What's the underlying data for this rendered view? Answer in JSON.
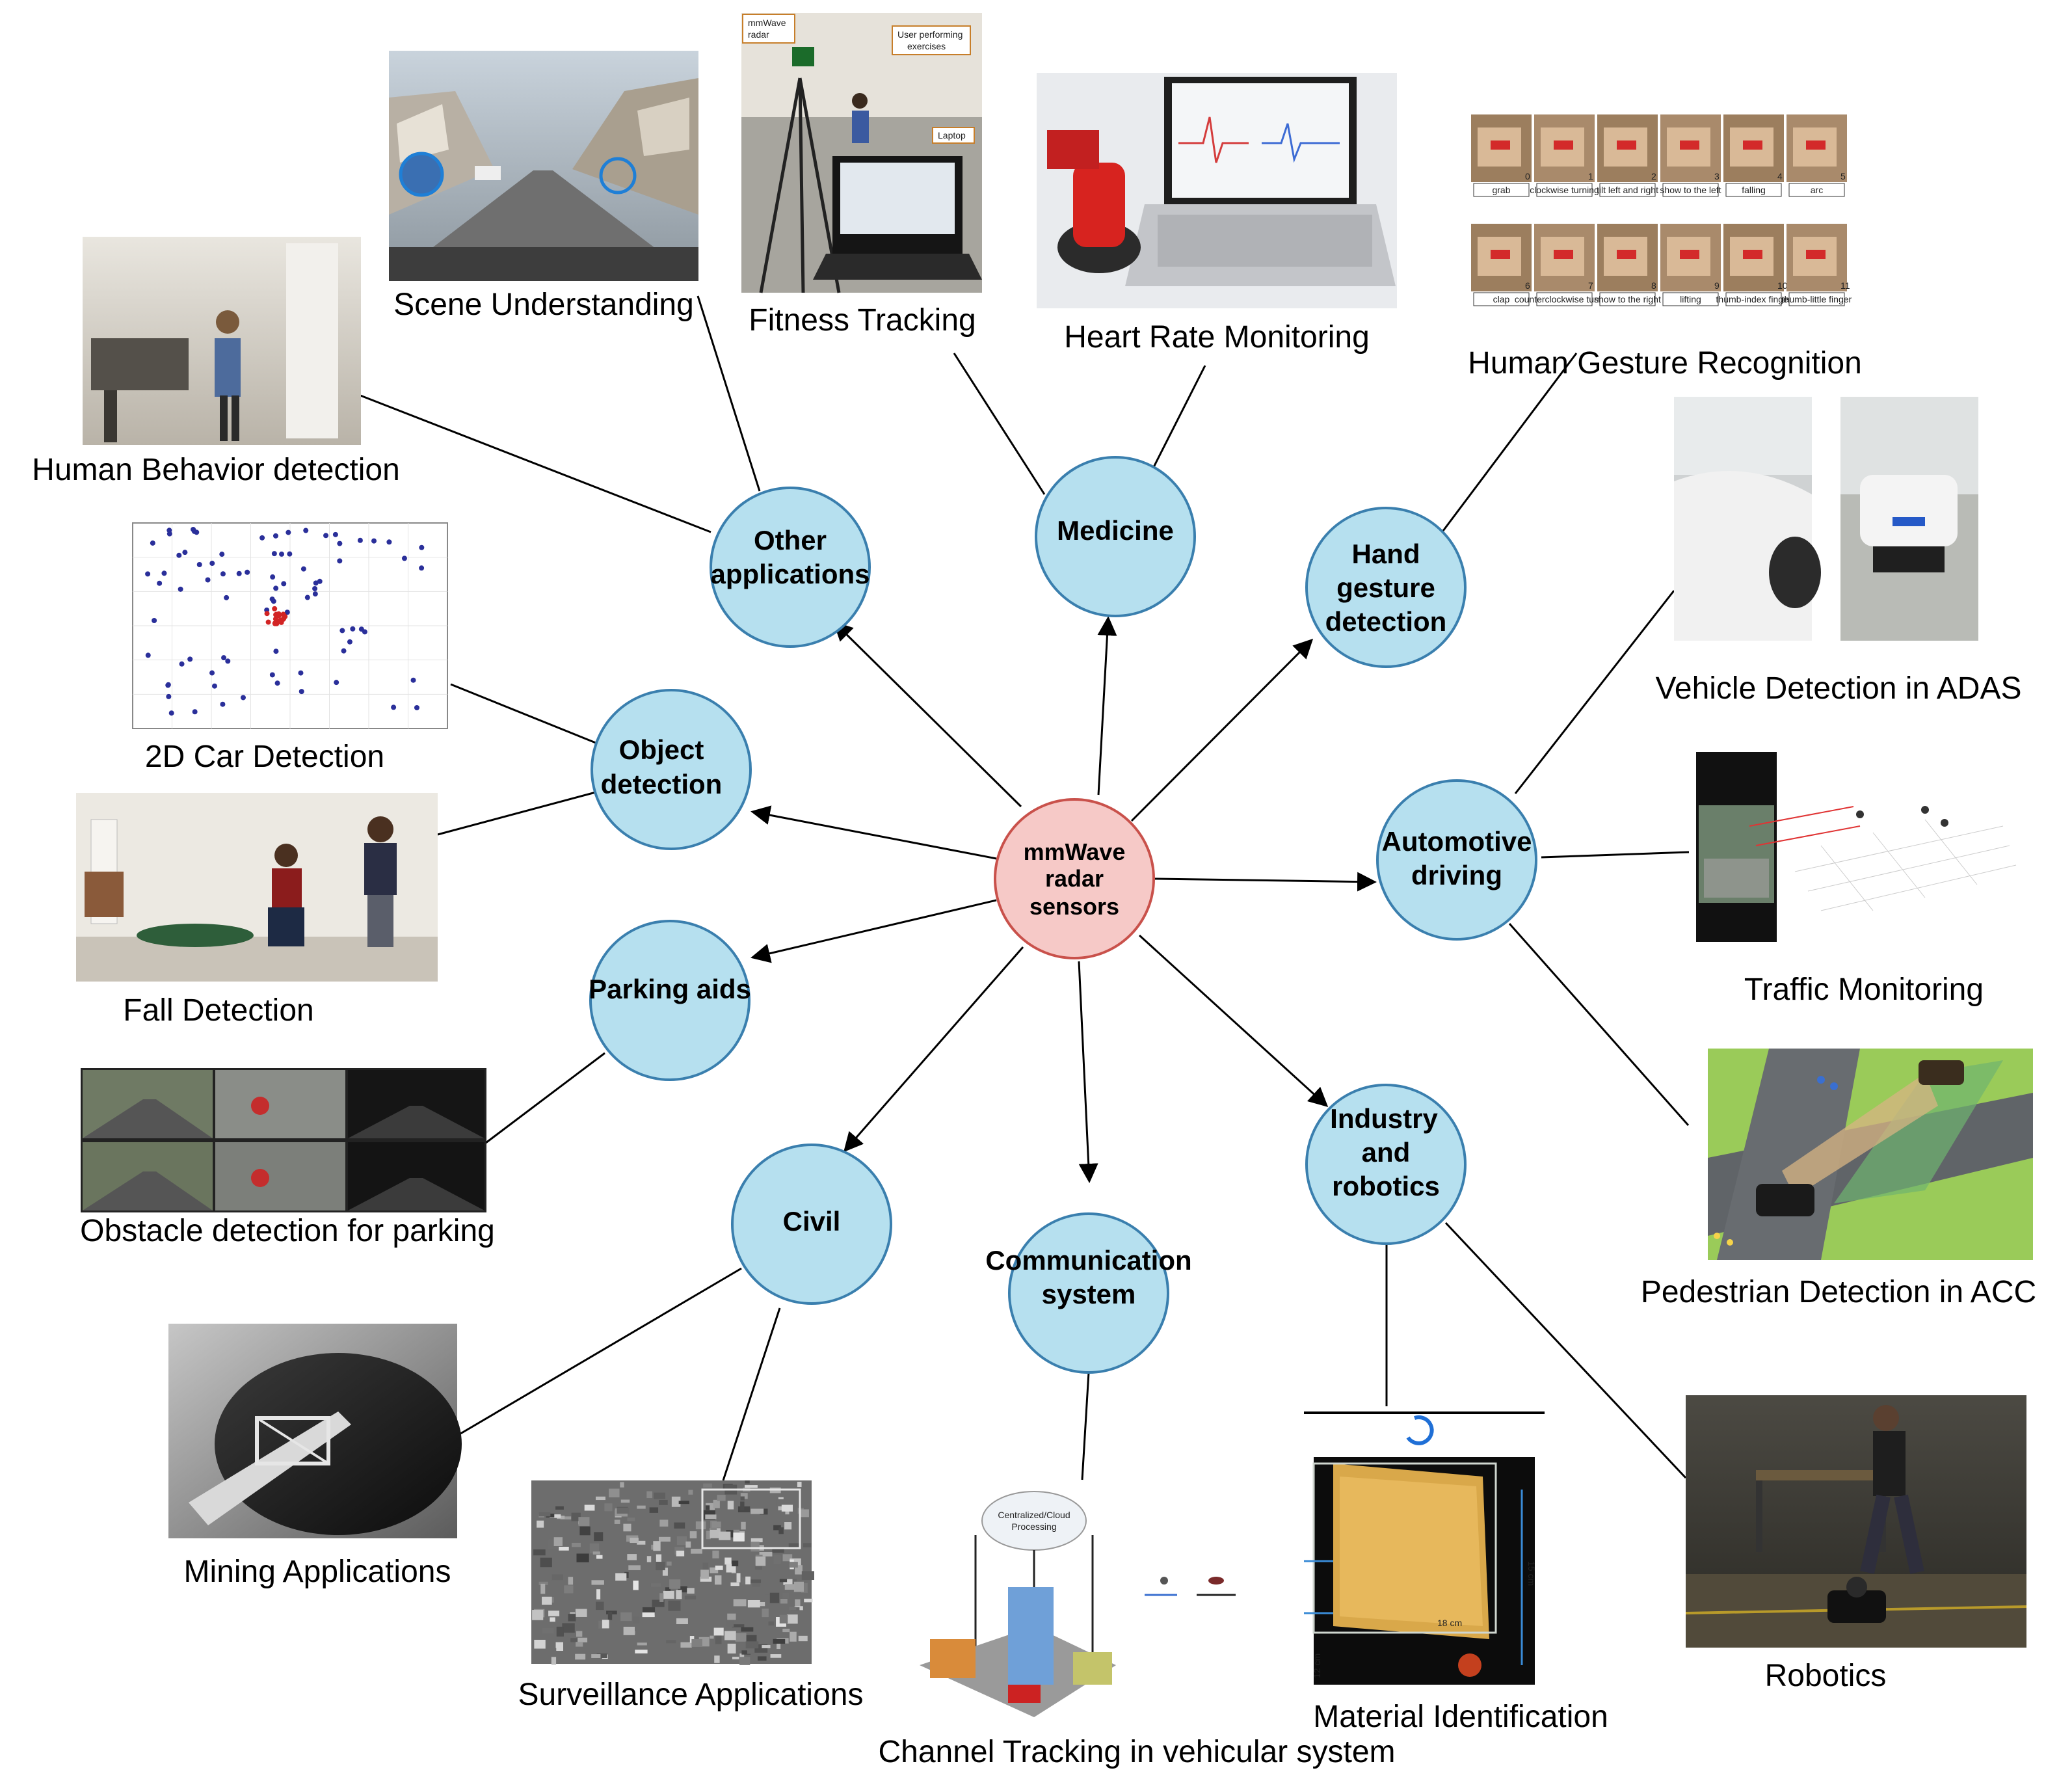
{
  "center": {
    "label_lines": [
      "mmWave",
      "radar",
      "sensors"
    ]
  },
  "categories": [
    {
      "id": "other-applications",
      "label_lines": [
        "Other",
        "applications"
      ]
    },
    {
      "id": "medicine",
      "label_lines": [
        "Medicine"
      ]
    },
    {
      "id": "hand-gesture-detection",
      "label_lines": [
        "Hand",
        "gesture",
        "detection"
      ]
    },
    {
      "id": "object-detection",
      "label_lines": [
        "Object",
        "detection"
      ]
    },
    {
      "id": "automotive-driving",
      "label_lines": [
        "Automotive",
        "driving"
      ]
    },
    {
      "id": "parking-aids",
      "label_lines": [
        "Parking aids"
      ]
    },
    {
      "id": "industry-and-robotics",
      "label_lines": [
        "Industry",
        "and",
        "robotics"
      ]
    },
    {
      "id": "civil",
      "label_lines": [
        "Civil"
      ]
    },
    {
      "id": "communication-system",
      "label_lines": [
        "Communication",
        "system"
      ]
    }
  ],
  "applications": {
    "scene_understanding": "Scene Understanding",
    "fitness_tracking": "Fitness Tracking",
    "heart_rate_monitoring": "Heart Rate Monitoring",
    "human_gesture_recognition": "Human Gesture Recognition",
    "human_behavior_detection": "Human Behavior detection",
    "vehicle_detection_adas": "Vehicle Detection in ADAS",
    "car_detection_2d": "2D Car Detection",
    "traffic_monitoring": "Traffic Monitoring",
    "fall_detection": "Fall Detection",
    "pedestrian_detection_acc": "Pedestrian Detection in ACC",
    "obstacle_detection_parking": "Obstacle detection for parking",
    "mining_applications": "Mining Applications",
    "surveillance_applications": "Surveillance Applications",
    "robotics": "Robotics",
    "material_identification": "Material Identification",
    "channel_tracking": "Channel Tracking in vehicular system"
  },
  "photo_annotations": {
    "fitness_radar": [
      "mmWave",
      "radar"
    ],
    "fitness_user": [
      "User performing",
      "exercises"
    ],
    "fitness_laptop": "Laptop",
    "gesture_labels": [
      "grab",
      "clockwise turning",
      "tilt left and right",
      "show to the left",
      "falling",
      "arc",
      "clap",
      "counterclockwise turning",
      "show to the right",
      "lifting",
      "thumb-index finger",
      "thumb-little finger"
    ],
    "gesture_numbers": [
      "0",
      "1",
      "2",
      "3",
      "4",
      "5",
      "6",
      "7",
      "8",
      "9",
      "10",
      "11"
    ],
    "material_dims": [
      "15 cm",
      "18 cm",
      "12 cm"
    ],
    "cloud_label": [
      "Centralized/Cloud",
      "Processing"
    ]
  },
  "colors": {
    "node_fill": "#b6e0ef",
    "node_stroke": "#3a7fae",
    "center_fill": "#f6c9c7",
    "center_stroke": "#c9514b",
    "arrow": "#000000"
  }
}
